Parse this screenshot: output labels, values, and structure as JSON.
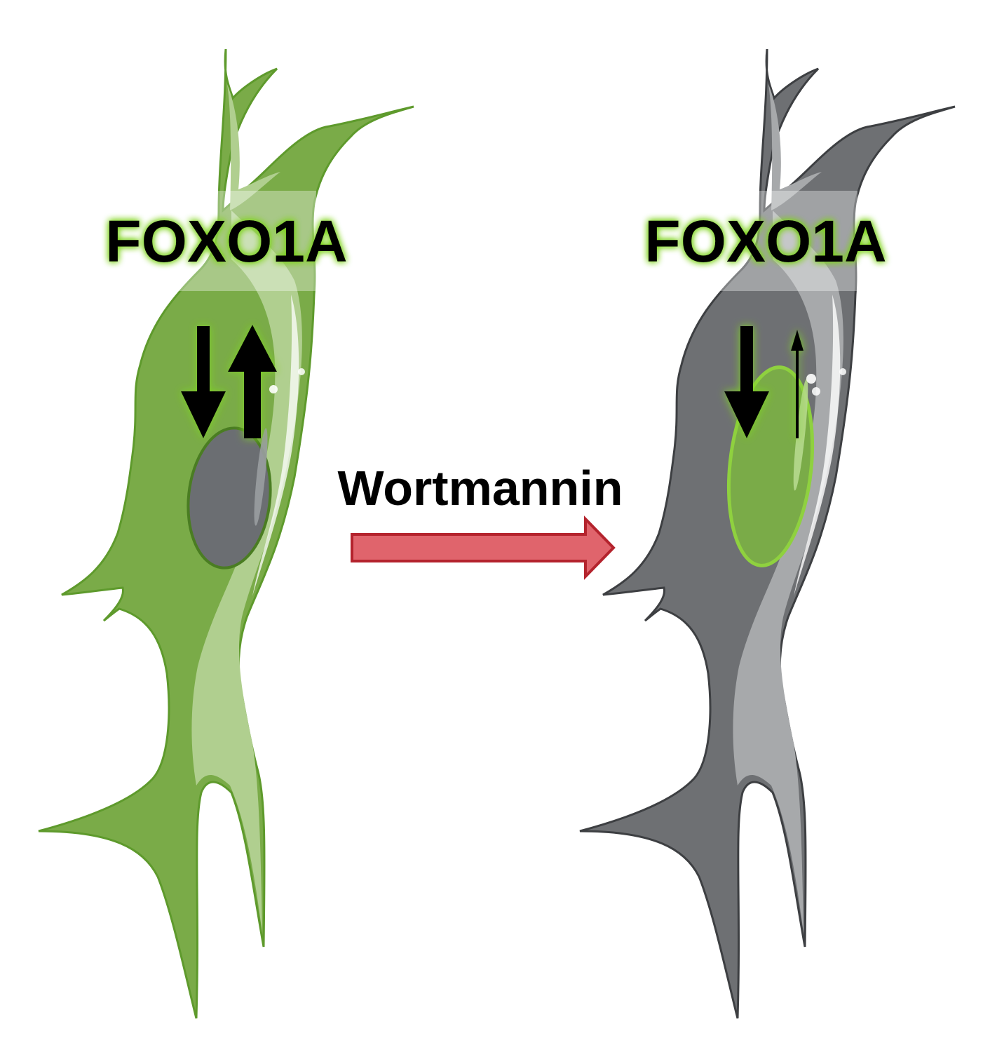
{
  "labels": {
    "left_protein": "FOXO1A",
    "right_protein": "FOXO1A",
    "treatment": "Wortmannin"
  },
  "colors": {
    "left_cell_fill": "#7aab48",
    "left_cell_light": "#b0cf8f",
    "left_cell_outline": "#5e9a2c",
    "left_nucleus": "#6b6e72",
    "right_cell_fill": "#6e7073",
    "right_cell_light": "#a7a9ab",
    "right_cell_outline": "#3d3f42",
    "right_nucleus": "#7aab48",
    "glow": "#7ed321",
    "treatment_arrow_fill": "#e0646c",
    "treatment_arrow_stroke": "#b4232d",
    "flux_arrow": "#000000"
  },
  "flux": {
    "left": {
      "import": "large",
      "export": "large"
    },
    "right": {
      "import": "large",
      "export": "small"
    }
  }
}
